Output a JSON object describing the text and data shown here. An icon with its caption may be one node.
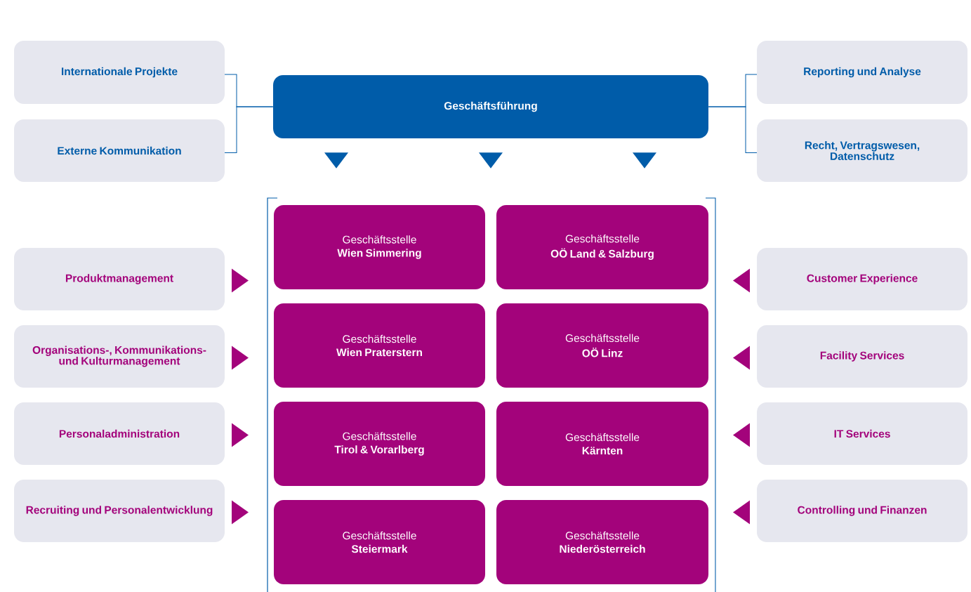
{
  "diagram": {
    "nodes": [
      {
        "text": [
          "Internationale Projekte"
        ]
      },
      {
        "text": [
          "Externe Kommunikation"
        ]
      },
      {
        "text": [
          "Geschäftsführung"
        ]
      },
      {
        "text": [
          "Reporting und Analyse"
        ]
      },
      {
        "text": [
          "Recht, Vertragswesen, Datenschutz"
        ]
      },
      {
        "text": [],
        "shape": "box"
      },
      {
        "text": [
          "Geschäftsstelle",
          "Wien Simmering"
        ],
        "in": 5
      },
      {
        "text": [
          "Geschäftsstelle",
          "OÖ Land & Salzburg"
        ],
        "in": 5
      },
      {
        "text": [
          "Geschäftsstelle",
          "Wien Praterstern"
        ],
        "in": 5
      },
      {
        "text": [
          "Geschäftsstelle",
          "OÖ Linz"
        ],
        "in": 5
      },
      {
        "text": [
          "Geschäftsstelle",
          "Tirol & Vorarlberg"
        ],
        "in": 5
      },
      {
        "text": [
          "Geschäftsstelle",
          "Kärnten"
        ],
        "in": 5
      },
      {
        "text": [
          "Geschäftsstelle",
          "Steiermark"
        ],
        "in": 5
      },
      {
        "text": [
          "Geschäftsstelle",
          "Niederösterreich"
        ],
        "in": 5
      },
      {
        "text": [
          "Produktmanagement"
        ]
      },
      {
        "text": [
          "Organisations-, Kommunikations- und Kulturmanagement"
        ]
      },
      {
        "text": [
          "Personaladministration"
        ]
      },
      {
        "text": [
          "Recruiting und Personalentwicklung"
        ]
      },
      {
        "text": [
          "Customer Experience"
        ]
      },
      {
        "text": [
          "Facility Services"
        ]
      },
      {
        "text": [
          "IT Services"
        ]
      },
      {
        "text": [
          "Controlling und Finanzen"
        ]
      }
    ],
    "edges": [
      {
        "from": 0,
        "to": 2,
        "arrow": "none"
      },
      {
        "from": 1,
        "to": 2,
        "arrow": "none"
      },
      {
        "from": 2,
        "to": 3,
        "arrow": "none"
      },
      {
        "from": 2,
        "to": 4,
        "arrow": "none"
      },
      {
        "from": 2,
        "to": 5,
        "arrow": "to"
      },
      {
        "from": 2,
        "to": 5,
        "arrow": "to"
      },
      {
        "from": 2,
        "to": 5,
        "arrow": "to"
      },
      {
        "from": 14,
        "to": 5,
        "arrow": "to",
        "color": "#a3037b"
      },
      {
        "from": 15,
        "to": 5,
        "arrow": "to",
        "color": "#a3037b"
      },
      {
        "from": 16,
        "to": 5,
        "arrow": "to",
        "color": "#a3037b"
      },
      {
        "from": 17,
        "to": 5,
        "arrow": "to",
        "color": "#a3037b"
      },
      {
        "from": 18,
        "to": 5,
        "arrow": "to",
        "color": "#a3037b"
      },
      {
        "from": 19,
        "to": 5,
        "arrow": "to",
        "color": "#a3037b"
      },
      {
        "from": 20,
        "to": 5,
        "arrow": "to",
        "color": "#a3037b"
      },
      {
        "from": 21,
        "to": 5,
        "arrow": "to",
        "color": "#a3037b"
      }
    ]
  }
}
